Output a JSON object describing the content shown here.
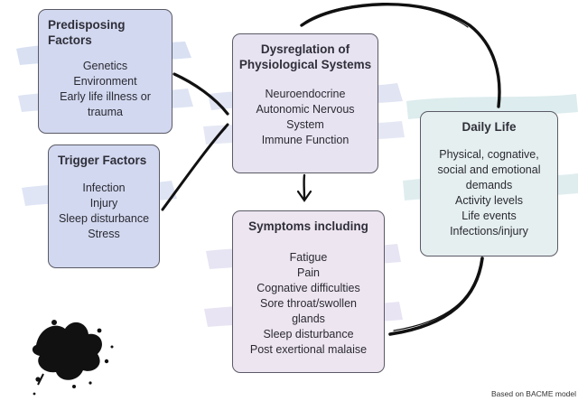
{
  "predisposing": {
    "title": "Predisposing Factors",
    "items": [
      "Genetics",
      "Environment",
      "Early life illness or",
      "trauma"
    ]
  },
  "trigger": {
    "title": "Trigger Factors",
    "items": [
      "Infection",
      "Injury",
      "Sleep disturbance",
      "Stress"
    ]
  },
  "dysregulation": {
    "title_lines": [
      "Dysreglation of",
      "Physiological Systems"
    ],
    "items": [
      "Neuroendocrine",
      "Autonomic Nervous",
      "System",
      "Immune Function"
    ]
  },
  "symptoms": {
    "title": "Symptoms including",
    "items": [
      "Fatigue",
      "Pain",
      "Cognative difficulties",
      "Sore throat/swollen",
      "glands",
      "Sleep disturbance",
      "Post exertional malaise"
    ]
  },
  "daily_life": {
    "title": "Daily Life",
    "items": [
      "Physical, cognative,",
      "social and emotional",
      "demands",
      "Activity levels",
      "Life events",
      "Infections/injury"
    ]
  },
  "credit": "Based on BACME model",
  "colors": {
    "factor_box": "#d2d8ef",
    "system_box": "#e8e3f0",
    "daily_box": "#e5efef",
    "brush_shadow": "#ccd6ee",
    "ink": "#111111"
  }
}
